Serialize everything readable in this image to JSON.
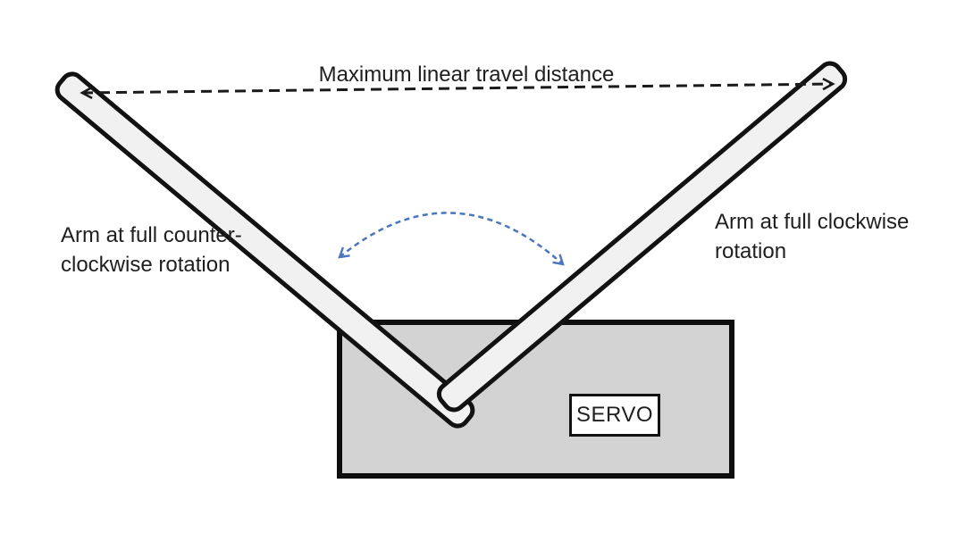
{
  "diagram": {
    "travel_label": "Maximum linear travel distance",
    "left_arm_label": [
      "Arm at full counter-",
      "clockwise rotation"
    ],
    "right_arm_label": [
      "Arm at full clockwise",
      "rotation"
    ],
    "servo_label": "SERVO"
  },
  "colors": {
    "background": "#ffffff",
    "arm_fill": "#f1f1f2",
    "arm_outline": "#121212",
    "servo_fill": "#d3d3d4",
    "servo_outline": "#0e0e0e",
    "label_box_fill": "#ffffff",
    "dashed_line": "#1a1a1a",
    "rotation_arrow": "#4a76bf",
    "text": "#1f1f1f"
  }
}
